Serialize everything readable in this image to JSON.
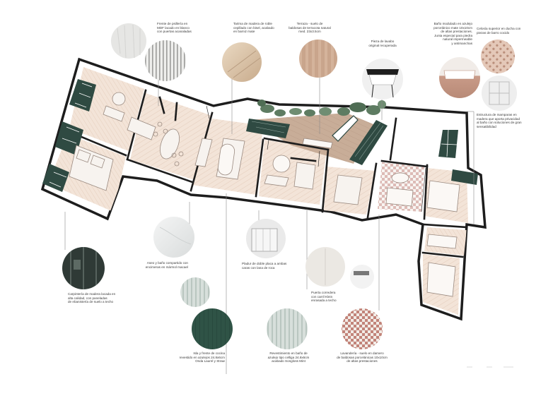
{
  "materials": [
    {
      "id": "mdf",
      "text": "Frente de psillería en\nMDF lacado en blanco\ncon puertas acanaladas",
      "swatch": "#e9e9e7",
      "pattern": "stripes-v"
    },
    {
      "id": "oak",
      "text": "Tarima de madera de roble\ncepillado con bisel, acabado\nen barniz mate",
      "swatch": "#d8c3a8",
      "pattern": "light"
    },
    {
      "id": "terrace",
      "text": "Terraza - suelo de\nbaldosas de terracota natural\nmed. 23x3.5cm",
      "swatch": "#c9a58c",
      "pattern": "tiles"
    },
    {
      "id": "sink",
      "text": "Pieza de lavabo\noriginal recuperada",
      "swatch": "#f1f1f1",
      "pattern": "sink"
    },
    {
      "id": "bath",
      "text": "Baño modulado en azulejo\nporcelánico mate 10x10cm\nde altas prestaciones.\nJunta especial para piedra\nnatural impermeable\ny antimanchas",
      "swatch": "#c99b88",
      "pattern": "bath"
    },
    {
      "id": "lattice",
      "text": "Celosía superior en ducha con\npiezas de barro cocido",
      "swatch": "#d9b9a8",
      "pattern": "lattice"
    },
    {
      "id": "mampara",
      "text": "Estructura de mamparas en\nmadera que aporta privacidad\nal baño con soluciones de gran\nsensatibilidad",
      "swatch": "#eeeeee",
      "pattern": "window"
    },
    {
      "id": "marble",
      "text": "Aseo y baño compartido con\nencimeras en mármol macael",
      "swatch": "#e8eaea",
      "pattern": "marble"
    },
    {
      "id": "plaster",
      "text": "Pladur de doble placa a ambas\ncaras con lana de roca",
      "swatch": "#e6e6e6",
      "pattern": "plaster"
    },
    {
      "id": "carpentry",
      "text": "Carpintería de madera lacada en\nalta calidad, con paneladas\nde ebanistería de suelo a techo",
      "swatch": "#2f3a36",
      "pattern": "dark"
    },
    {
      "id": "sliding",
      "text": "Puerta corredera\ncon carril Klein\nenrasada a techo",
      "swatch": "#eceae6",
      "pattern": "plain"
    },
    {
      "id": "kitchen",
      "text": "Isla y frente de cocina\nrevestido en azulejos 24.8x6cm\nOnda Laurel y Straw",
      "swatch": "#2f5346",
      "pattern": "green"
    },
    {
      "id": "celliger",
      "text": "Revestimiento en baño de\nazulejo tipo celliga 24.8x6cm\nacabado Songloss Mint",
      "swatch": "#cfd8d3",
      "pattern": "mint"
    },
    {
      "id": "laundry",
      "text": "Lavandería - suelo en damero\nde baldosas porcelánicas 10x10cm\nde altas prestaciones",
      "swatch": "#f1ede9",
      "pattern": "checker"
    }
  ],
  "colors": {
    "wall": "#1d1d1d",
    "floor": "#f1e1d5",
    "plank": "#e6d2c2",
    "frame": "#ffffff",
    "window": "#2f4a42",
    "plant": "#5e7c62",
    "terrace": "#c9b19d",
    "leader": "#8a8a8a"
  }
}
